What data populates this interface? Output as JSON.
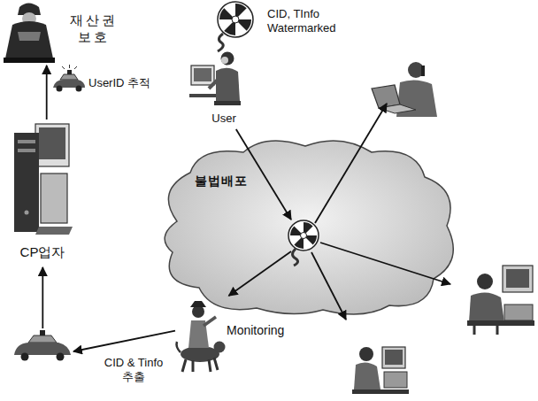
{
  "diagram": {
    "nodes": [
      {
        "text": [
          "재산권 보호"
        ]
      },
      {
        "text": [
          "CP업자"
        ]
      },
      {
        "text": [
          "CID, TInfo Watermarked"
        ]
      },
      {
        "text": [
          "User"
        ]
      },
      {
        "text": [
          "불법배포"
        ]
      },
      {
        "text": [
          "Monitoring"
        ]
      }
    ],
    "edges": [
      {
        "from": 1,
        "to": 0,
        "arrow": "to",
        "label": "UserID 추적"
      },
      {
        "from": 3,
        "to": 4,
        "arrow": "to"
      },
      {
        "from": 4,
        "to": 5,
        "arrow": "to"
      },
      {
        "from": 5,
        "to": 1,
        "arrow": "to",
        "label": "CID & Tinfo 추출"
      }
    ]
  }
}
